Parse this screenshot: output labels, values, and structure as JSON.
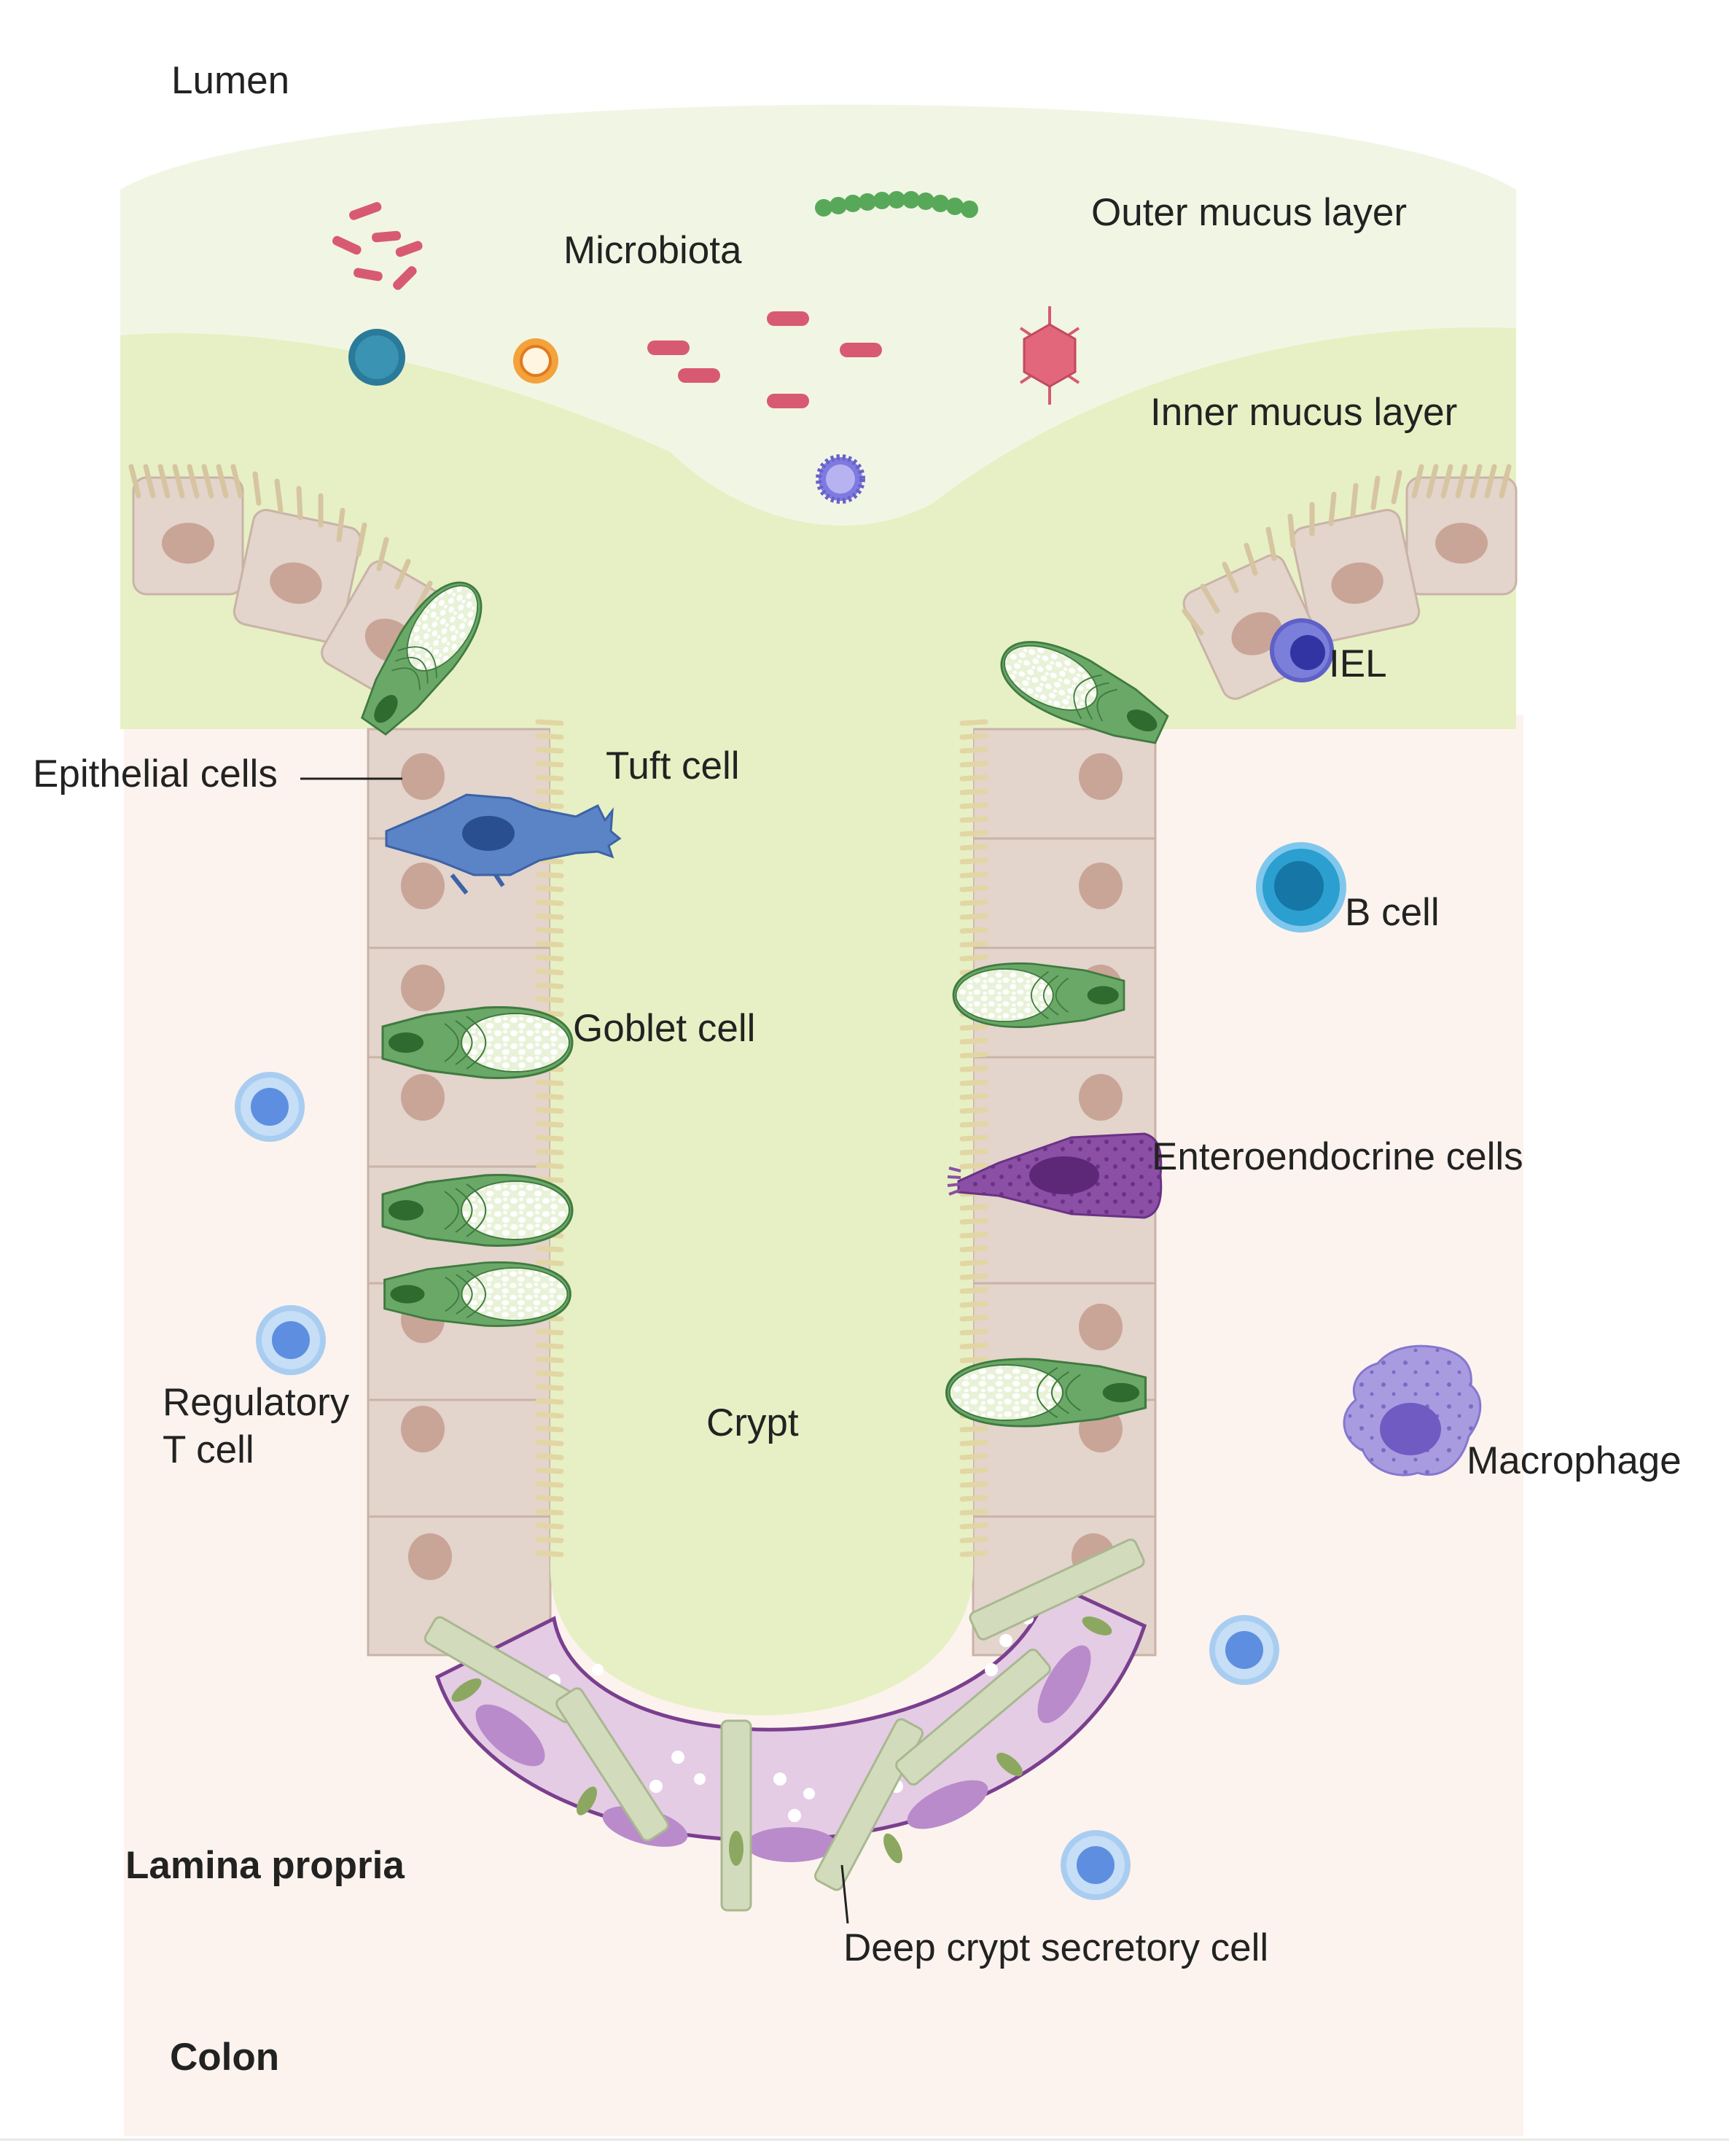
{
  "labels": {
    "lumen": "Lumen",
    "microbiota": "Microbiota",
    "outer_mucus": "Outer mucus layer",
    "inner_mucus": "Inner mucus layer",
    "iel": "IEL",
    "epithelial": "Epithelial cells",
    "tuft": "Tuft cell",
    "b_cell": "B cell",
    "goblet": "Goblet cell",
    "enteroendocrine": "Enteroendocrine cells",
    "treg_line1": "Regulatory",
    "treg_line2": "T cell",
    "crypt": "Crypt",
    "macrophage": "Macrophage",
    "lamina_propria": "Lamina propria",
    "deep_crypt": "Deep crypt secretory cell",
    "colon": "Colon"
  },
  "colors": {
    "lamina_propria_bg": "#fcf3ee",
    "outer_mucus": "#f1f6e4",
    "inner_mucus": "#e6f0c4",
    "epithelial_cell": "#e3d4cc",
    "epithelial_nucleus": "#c9a597",
    "goblet": "#6aa868",
    "tuft": "#5b84c7",
    "enteroendocrine": "#8b4fa6",
    "deep_crypt_cell": "#e4cce4",
    "macrophage": "#a99be0",
    "t_cell": "#a9cdf0",
    "b_cell": "#2a9fd0",
    "bacteria": "#d85a72"
  }
}
